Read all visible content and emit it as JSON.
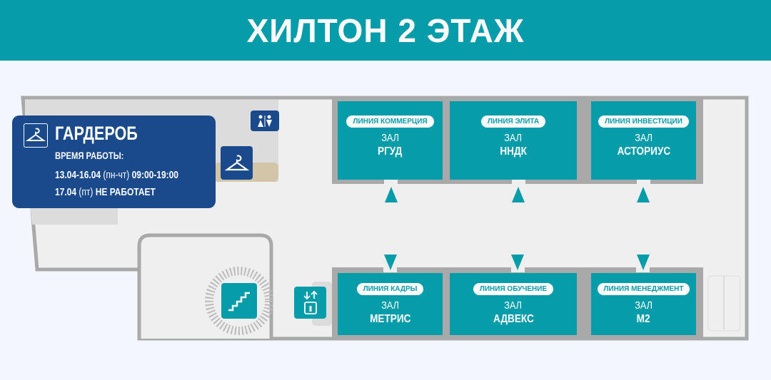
{
  "title": "ХИЛТОН 2 ЭТАЖ",
  "cloakroom": {
    "title": "ГАРДЕРОБ",
    "hours_label": "ВРЕМЯ РАБОТЫ:",
    "schedule": [
      {
        "dates": "13.04-16.04",
        "days": "(пн-чт)",
        "time": "09:00-19:00"
      },
      {
        "dates": "17.04",
        "days": "(пт)",
        "time": "НЕ РАБОТАЕТ"
      }
    ]
  },
  "rooms_top": [
    {
      "line": "ЛИНИЯ КОММЕРЦИЯ",
      "hall": "ЗАЛ",
      "name": "РГУД"
    },
    {
      "line": "ЛИНИЯ ЭЛИТА",
      "hall": "ЗАЛ",
      "name": "ННДК"
    },
    {
      "line": "ЛИНИЯ ИНВЕСТИЦИИ",
      "hall": "ЗАЛ",
      "name": "АСТОРИУС"
    }
  ],
  "rooms_bottom": [
    {
      "line": "ЛИНИЯ КАДРЫ",
      "hall": "ЗАЛ",
      "name": "МЕТРИС"
    },
    {
      "line": "ЛИНИЯ ОБУЧЕНИЕ",
      "hall": "ЗАЛ",
      "name": "АДВЕКС"
    },
    {
      "line": "ЛИНИЯ МЕНЕДЖМЕНТ",
      "hall": "ЗАЛ",
      "name": "М2"
    }
  ],
  "colors": {
    "teal": "#079ca9",
    "navy": "#1b4a8c",
    "wall": "#a9a9a9"
  }
}
